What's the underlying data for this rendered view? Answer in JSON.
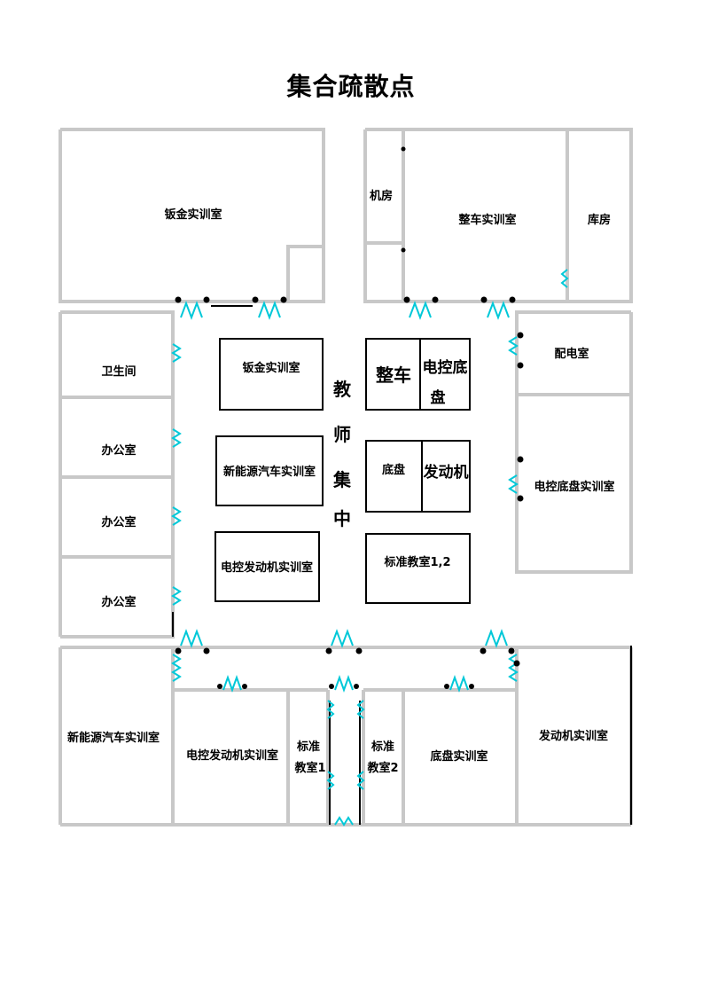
{
  "title": "集合疏散点",
  "rooms": {
    "top_left_lab": "钣金实训室",
    "machine_room": "机房",
    "vehicle_lab": "整车实训室",
    "warehouse": "库房",
    "restroom": "卫生间",
    "office_1": "办公室",
    "office_2": "办公室",
    "office_3": "办公室",
    "power_room": "配电室",
    "chassis_control_lab": "电控底盘实训室",
    "bottom_nev_lab": "新能源汽车实训室",
    "bottom_engine_control_lab": "电控发动机实训室",
    "classroom_1_line1": "标准",
    "classroom_1_line2": "教室1",
    "classroom_2_line1": "标准",
    "classroom_2_line2": "教室2",
    "bottom_chassis_lab": "底盘实训室",
    "bottom_engine_lab": "发动机实训室"
  },
  "assembly_zones": {
    "sheet_metal": "钣金实训室",
    "nev": "新能源汽车实训室",
    "engine_control": "电控发动机实训室",
    "vehicle": "整车",
    "electric_chassis_line1": "电控底",
    "electric_chassis_line2": "盘",
    "chassis": "底盘",
    "engine": "发动机",
    "classroom": "标准教室1,2",
    "teachers_chars": [
      "教",
      "师",
      "集",
      "中"
    ]
  },
  "colors": {
    "wall": "#c8c8c8",
    "line": "#000000",
    "door": "#00c8d8"
  }
}
